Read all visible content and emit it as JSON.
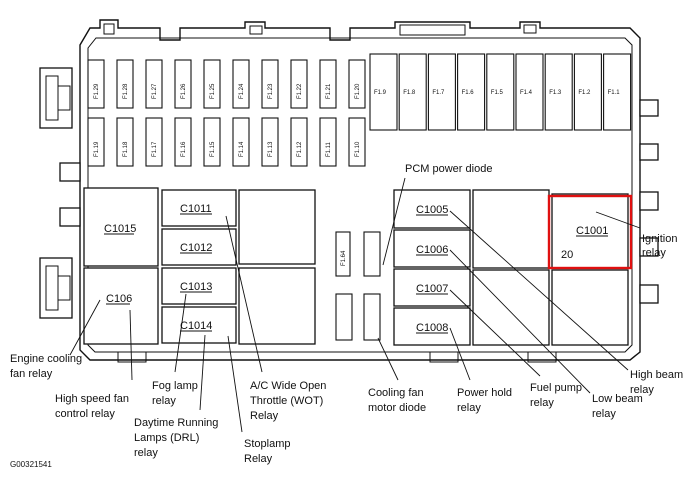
{
  "diagram": {
    "figure_code": "G00321541",
    "highlight_color": "#e01010",
    "highlight_note": "20",
    "fuses_top_small": [
      "F1.29",
      "F1.28",
      "F1.27",
      "F1.26",
      "F1.25",
      "F1.24",
      "F1.23",
      "F1.22",
      "F1.21",
      "F1.20"
    ],
    "fuses_top_large": [
      "F1.9",
      "F1.8",
      "F1.7",
      "F1.6",
      "F1.5",
      "F1.4",
      "F1.3",
      "F1.2",
      "F1.1"
    ],
    "fuses_bottom_small": [
      "F1.19",
      "F1.18",
      "F1.17",
      "F1.16",
      "F1.15",
      "F1.14",
      "F1.13",
      "F1.12",
      "F1.11",
      "F1.10"
    ],
    "fuse_middle": "F1.64",
    "connectors": {
      "c1015": "C1015",
      "c106": "C106",
      "c1011": "C1011",
      "c1012": "C1012",
      "c1013": "C1013",
      "c1014": "C1014",
      "c1005": "C1005",
      "c1006": "C1006",
      "c1007": "C1007",
      "c1008": "C1008",
      "c1001": "C1001"
    },
    "callouts": {
      "pcm_power_diode": "PCM power diode",
      "ignition_relay": [
        "Ignition",
        "relay"
      ],
      "engine_cooling_fan_relay": [
        "Engine cooling",
        "fan relay"
      ],
      "high_speed_fan_control_relay": [
        "High speed fan",
        "control relay"
      ],
      "fog_lamp_relay": [
        "Fog lamp",
        "relay"
      ],
      "drl_relay": [
        "Daytime Running",
        "Lamps (DRL)",
        "relay"
      ],
      "wot_relay": [
        "A/C Wide Open",
        "Throttle (WOT)",
        "Relay"
      ],
      "stoplamp_relay": [
        "Stoplamp",
        "Relay"
      ],
      "cooling_fan_motor_diode": [
        "Cooling fan",
        "motor diode"
      ],
      "power_hold_relay": [
        "Power hold",
        "relay"
      ],
      "fuel_pump_relay": [
        "Fuel pump",
        "relay"
      ],
      "high_beam_relay": [
        "High beam",
        "relay"
      ],
      "low_beam_relay": [
        "Low beam",
        "relay"
      ]
    }
  }
}
